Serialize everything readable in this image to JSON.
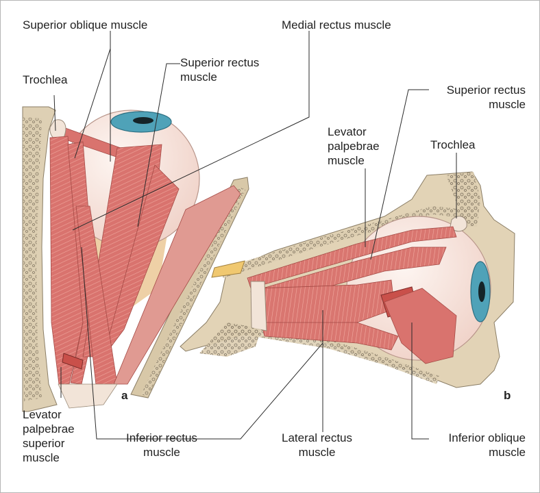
{
  "panel_a": {
    "letter": "a",
    "labels": {
      "superior_oblique": "Superior oblique muscle",
      "medial_rectus": "Medial rectus muscle",
      "trochlea": "Trochlea",
      "superior_rectus_1": "Superior rectus",
      "superior_rectus_2": "muscle",
      "levator_1": "Levator",
      "levator_2": "palpebrae",
      "levator_3": "superior",
      "levator_4": "muscle",
      "inferior_rectus_1": "Inferior rectus",
      "inferior_rectus_2": "muscle"
    }
  },
  "panel_b": {
    "letter": "b",
    "labels": {
      "superior_rectus_1": "Superior rectus",
      "superior_rectus_2": "muscle",
      "levator_1": "Levator",
      "levator_2": "palpebrae",
      "levator_3": "muscle",
      "trochlea": "Trochlea",
      "lateral_rectus_1": "Lateral rectus",
      "lateral_rectus_2": "muscle",
      "inferior_oblique_1": "Inferior oblique",
      "inferior_oblique_2": "muscle"
    }
  },
  "colors": {
    "muscle": "#d9736e",
    "muscle_light": "#eeb0a6",
    "bone": "#d8c8a8",
    "tendon": "#f6e6dc",
    "globe": "#f7e9e2",
    "iris": "#4fa2b8",
    "fat": "#e8c088"
  }
}
